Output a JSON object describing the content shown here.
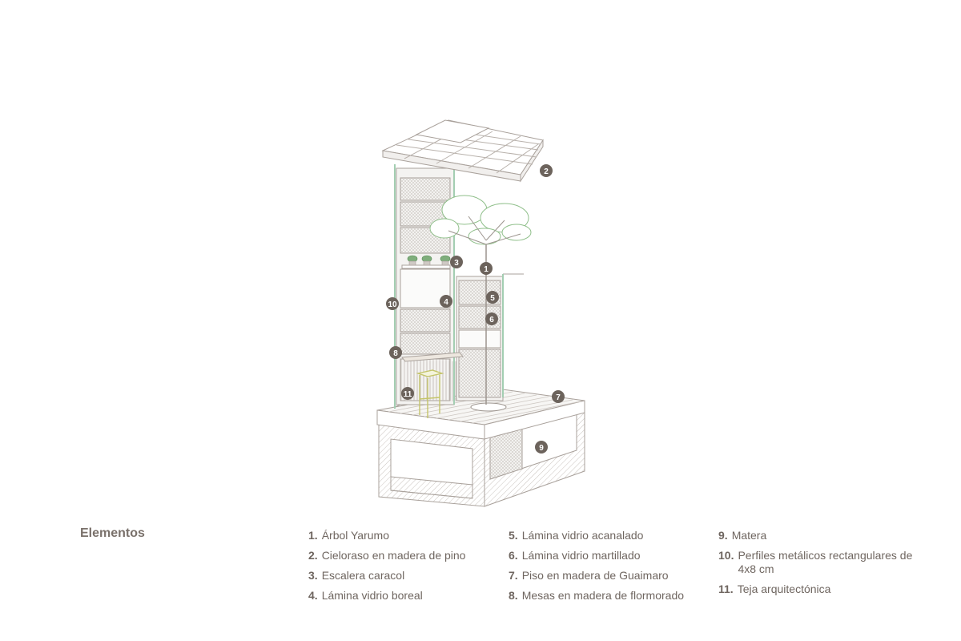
{
  "legend": {
    "title": "Elementos",
    "items": [
      {
        "num": "1.",
        "text": "Árbol Yarumo"
      },
      {
        "num": "2.",
        "text": "Cieloraso en madera de pino"
      },
      {
        "num": "3.",
        "text": "Escalera caracol"
      },
      {
        "num": "4.",
        "text": "Lámina vidrio boreal"
      },
      {
        "num": "5.",
        "text": "Lámina vidrio acanalado"
      },
      {
        "num": "6.",
        "text": "Lámina vidrio martillado"
      },
      {
        "num": "7.",
        "text": "Piso en madera de Guaimaro"
      },
      {
        "num": "8.",
        "text": "Mesas en madera de flormorado"
      },
      {
        "num": "9.",
        "text": "Matera"
      },
      {
        "num": "10.",
        "text": "Perfiles metálicos rectangulares de 4x8 cm"
      },
      {
        "num": "11.",
        "text": "Teja arquitectónica"
      }
    ]
  },
  "markers": [
    "1",
    "2",
    "3",
    "4",
    "5",
    "6",
    "7",
    "8",
    "9",
    "10",
    "11"
  ],
  "colors": {
    "line": "#a9a19b",
    "marker": "#6c635c",
    "tree": "#8fbf8a",
    "stool": "#c4c46a",
    "text": "#7a716b"
  }
}
